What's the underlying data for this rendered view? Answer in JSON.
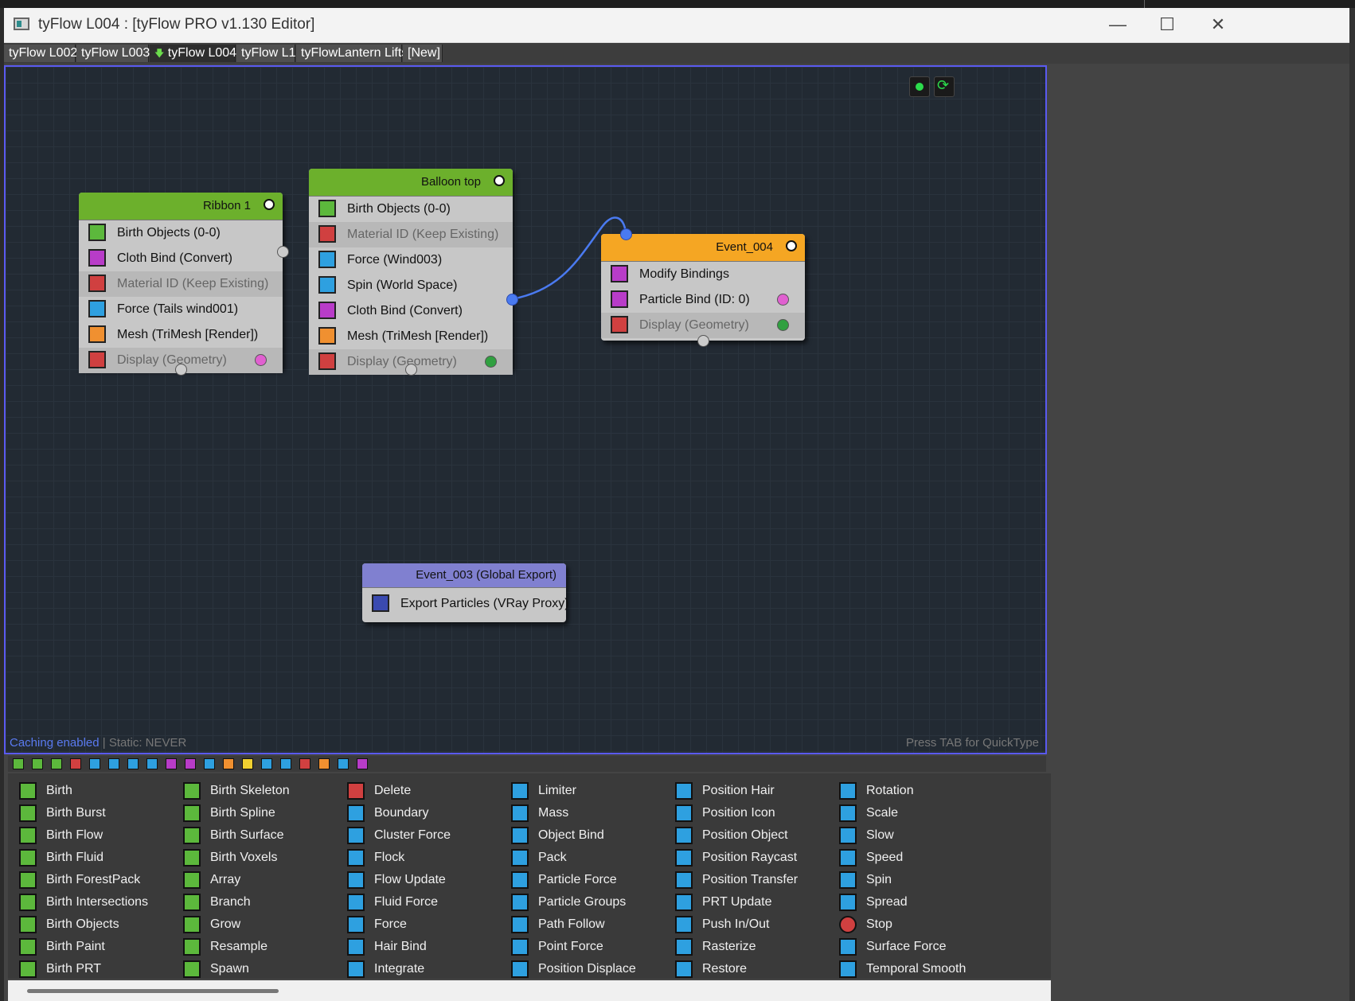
{
  "window": {
    "title": "tyFlow L004 : [tyFlow PRO v1.130 Editor]",
    "minimize": "—",
    "maximize": "☐",
    "close": "✕"
  },
  "tabs": [
    {
      "label": "tyFlow L002",
      "active": false
    },
    {
      "label": "tyFlow L003",
      "active": false
    },
    {
      "label": "tyFlow L004",
      "active": true,
      "prefix": "🡇"
    },
    {
      "label": "tyFlow L1",
      "active": false
    },
    {
      "label": "tyFlowLantern Lifts",
      "active": false
    },
    {
      "label": "[New]",
      "active": false
    }
  ],
  "events": {
    "ribbon": {
      "title": "Ribbon 1",
      "header_color": "#6cb02c",
      "ops": [
        {
          "label": "Birth Objects (0-0)",
          "icon": "birth-objects-icon",
          "color": "#5cb83c",
          "disabled": false
        },
        {
          "label": "Cloth Bind (Convert)",
          "icon": "cloth-bind-icon",
          "color": "#b83cc8",
          "disabled": false
        },
        {
          "label": "Material ID (Keep Existing)",
          "icon": "material-id-icon",
          "color": "#d04040",
          "disabled": true
        },
        {
          "label": "Force (Tails wind001)",
          "icon": "force-icon",
          "color": "#2ea0e0",
          "disabled": false
        },
        {
          "label": "Mesh (TriMesh [Render])",
          "icon": "mesh-icon",
          "color": "#f09030",
          "disabled": false
        },
        {
          "label": "Display (Geometry)",
          "icon": "display-icon",
          "color": "#d04040",
          "disabled": true
        }
      ]
    },
    "balloon": {
      "title": "Balloon top",
      "header_color": "#6cb02c",
      "ops": [
        {
          "label": "Birth Objects (0-0)",
          "icon": "birth-objects-icon",
          "color": "#5cb83c",
          "disabled": false
        },
        {
          "label": "Material ID (Keep Existing)",
          "icon": "material-id-icon",
          "color": "#d04040",
          "disabled": true
        },
        {
          "label": "Force (Wind003)",
          "icon": "force-icon",
          "color": "#2ea0e0",
          "disabled": false
        },
        {
          "label": "Spin (World Space)",
          "icon": "spin-icon",
          "color": "#2ea0e0",
          "disabled": false
        },
        {
          "label": "Cloth Bind (Convert)",
          "icon": "cloth-bind-icon",
          "color": "#b83cc8",
          "disabled": false
        },
        {
          "label": "Mesh (TriMesh [Render])",
          "icon": "mesh-icon",
          "color": "#f09030",
          "disabled": false
        },
        {
          "label": "Display (Geometry)",
          "icon": "display-icon",
          "color": "#d04040",
          "disabled": true
        }
      ]
    },
    "event004": {
      "title": "Event_004",
      "header_color": "#f5a623",
      "ops": [
        {
          "label": "Modify Bindings",
          "icon": "modify-bindings-icon",
          "color": "#b83cc8",
          "disabled": false
        },
        {
          "label": "Particle Bind (ID: 0)",
          "icon": "particle-bind-icon",
          "color": "#b83cc8",
          "disabled": false
        },
        {
          "label": "Display (Geometry)",
          "icon": "display-icon",
          "color": "#d04040",
          "disabled": true
        }
      ]
    },
    "event003": {
      "title": "Event_003 (Global Export)",
      "header_color": "#8080d0",
      "ops": [
        {
          "label": "Export Particles (VRay Proxy)",
          "icon": "export-particles-icon",
          "color": "#3a4ab0",
          "disabled": false
        }
      ]
    }
  },
  "status": {
    "caching": "Caching enabled",
    "separator": " | ",
    "static": "Static: NEVER",
    "quicktype": "Press TAB for QuickType"
  },
  "palette_strip_colors": [
    "#5cb83c",
    "#5cb83c",
    "#5cb83c",
    "#d04040",
    "#2ea0e0",
    "#2ea0e0",
    "#2ea0e0",
    "#2ea0e0",
    "#b83cc8",
    "#b83cc8",
    "#2ea0e0",
    "#f09030",
    "#f0d030",
    "#2ea0e0",
    "#2ea0e0",
    "#d04040",
    "#f09030",
    "#2ea0e0",
    "#b83cc8"
  ],
  "palette": [
    {
      "color": "#5cb83c",
      "items": [
        "Birth",
        "Birth Burst",
        "Birth Flow",
        "Birth Fluid",
        "Birth ForestPack",
        "Birth Intersections",
        "Birth Objects",
        "Birth Paint",
        "Birth PRT"
      ]
    },
    {
      "color": "#5cb83c",
      "items": [
        "Birth Skeleton",
        "Birth Spline",
        "Birth Surface",
        "Birth Voxels",
        "Array",
        "Branch",
        "Grow",
        "Resample",
        "Spawn"
      ]
    },
    {
      "color": "#2ea0e0",
      "first_color": "#d04040",
      "items": [
        "Delete",
        "Boundary",
        "Cluster Force",
        "Flock",
        "Flow Update",
        "Fluid Force",
        "Force",
        "Hair Bind",
        "Integrate"
      ]
    },
    {
      "color": "#2ea0e0",
      "items": [
        "Limiter",
        "Mass",
        "Object Bind",
        "Pack",
        "Particle Force",
        "Particle Groups",
        "Path Follow",
        "Point Force",
        "Position Displace"
      ]
    },
    {
      "color": "#2ea0e0",
      "items": [
        "Position Hair",
        "Position Icon",
        "Position Object",
        "Position Raycast",
        "Position Transfer",
        "PRT Update",
        "Push In/Out",
        "Rasterize",
        "Restore"
      ]
    },
    {
      "color": "#2ea0e0",
      "stop_index": 6,
      "items": [
        "Rotation",
        "Scale",
        "Slow",
        "Speed",
        "Spin",
        "Spread",
        "Stop",
        "Surface Force",
        "Temporal Smooth"
      ]
    }
  ]
}
